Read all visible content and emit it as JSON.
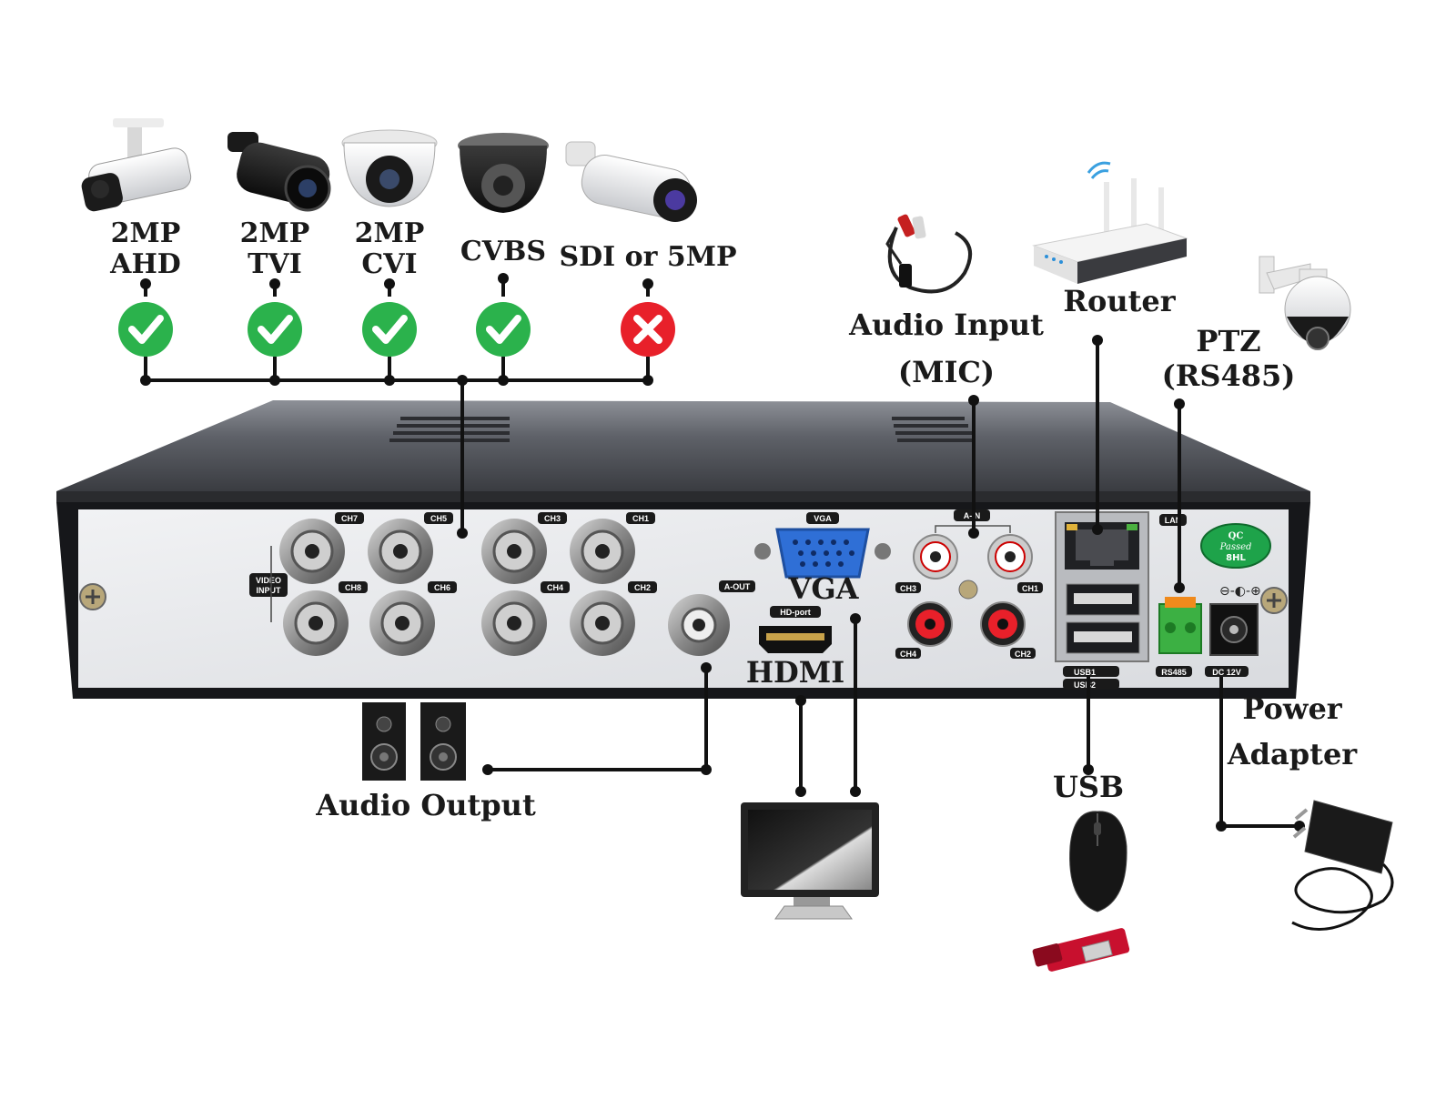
{
  "cameras": [
    {
      "line1": "2MP",
      "line2": "AHD",
      "supported": true
    },
    {
      "line1": "2MP",
      "line2": "TVI",
      "supported": true
    },
    {
      "line1": "2MP",
      "line2": "CVI",
      "supported": true
    },
    {
      "line1": "CVBS",
      "line2": "",
      "supported": true
    },
    {
      "line1": "SDI or 5MP",
      "line2": "",
      "supported": false
    }
  ],
  "labels": {
    "audio_input_line1": "Audio Input",
    "audio_input_line2": "(MIC)",
    "router": "Router",
    "ptz_line1": "PTZ",
    "ptz_line2": "(RS485)",
    "vga": "VGA",
    "hdmi": "HDMI",
    "audio_output": "Audio Output",
    "usb": "USB",
    "power_line1": "Power",
    "power_line2": "Adapter"
  },
  "panel": {
    "video_input_line1": "VIDEO",
    "video_input_line2": "INPUT",
    "ch_top": [
      "CH7",
      "CH5",
      "CH3",
      "CH1"
    ],
    "ch_bottom": [
      "CH8",
      "CH6",
      "CH4",
      "CH2"
    ],
    "a_out": "A-OUT",
    "vga_tag": "VGA",
    "hd_port": "HD-port",
    "a_in": "A-IN",
    "audio_ch": [
      "CH3",
      "CH1",
      "CH4",
      "CH2"
    ],
    "lan": "LAN",
    "usb1": "USB1",
    "usb2": "USB2",
    "rs485": "RS485",
    "dc": "DC 12V",
    "qc_line1": "QC",
    "qc_line2": "Passed",
    "qc_line3": "8HL"
  },
  "colors": {
    "ok": "#2bb24c",
    "fail": "#e8202a",
    "panel_face": "#e6e7ea",
    "chassis_top": "#5a5d63",
    "vga_blue": "#2f6fd6",
    "terminal_green": "#3cb043",
    "qc_green": "#1ea34a"
  }
}
